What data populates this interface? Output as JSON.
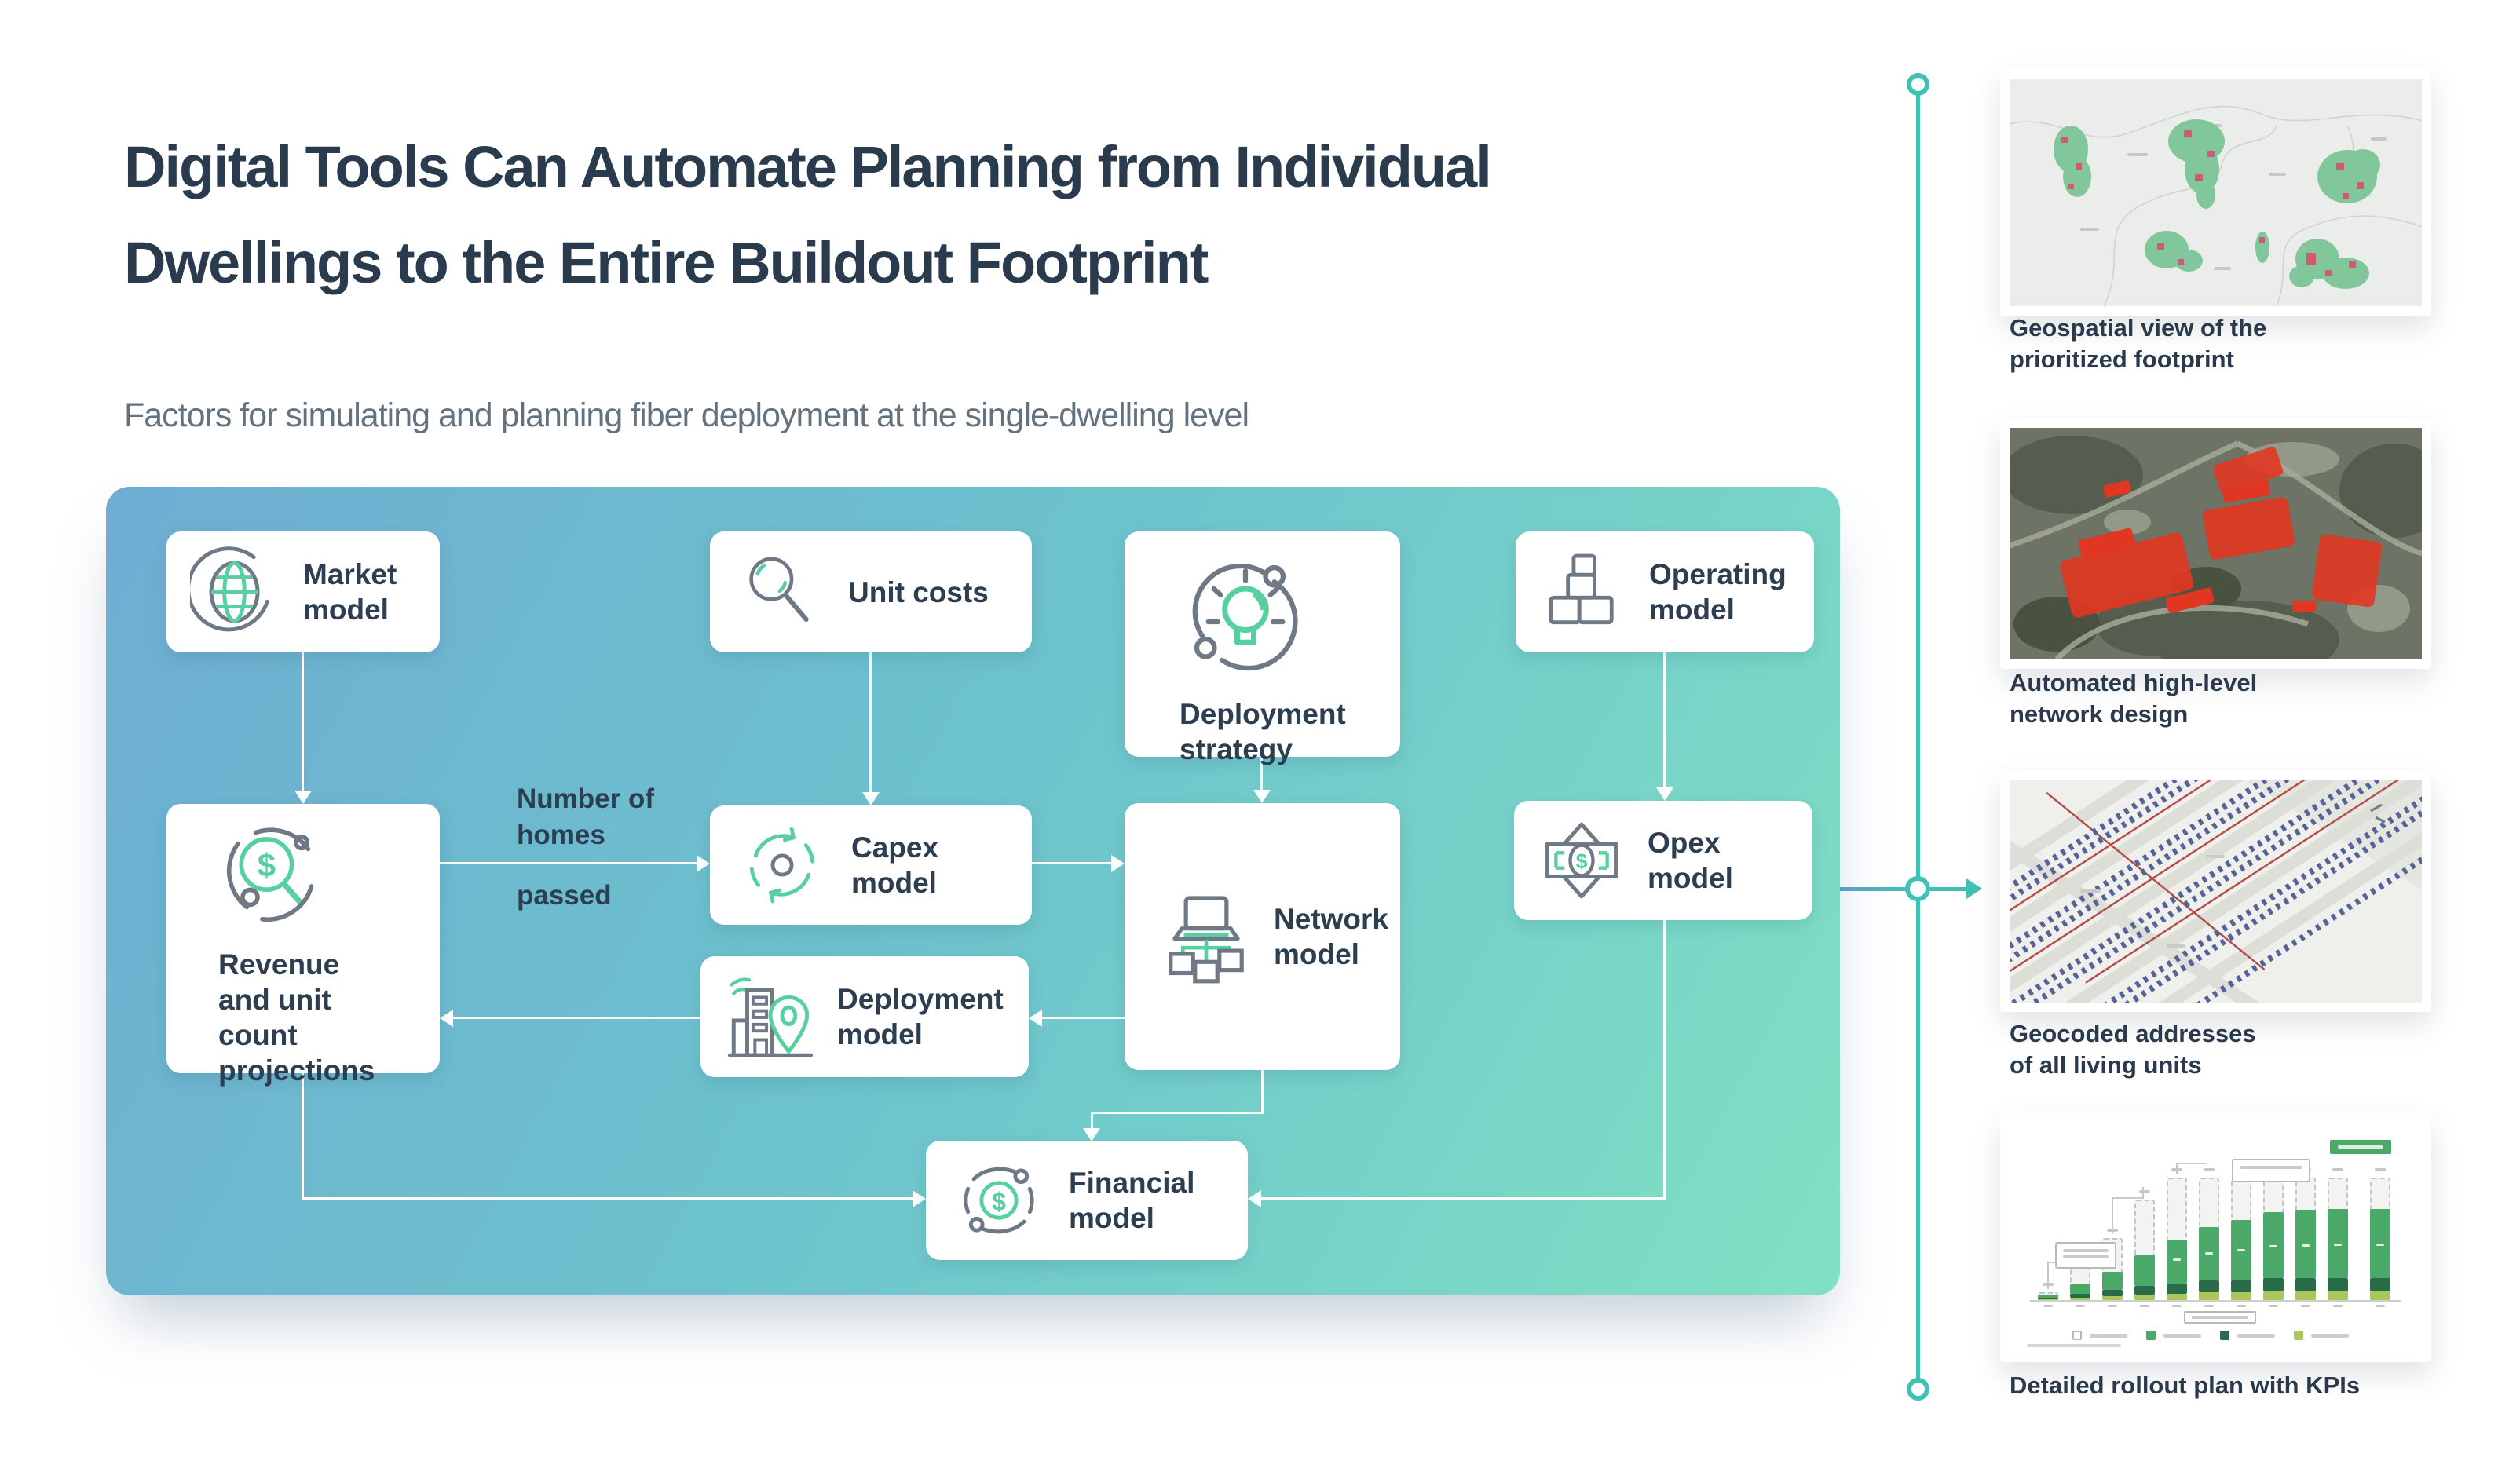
{
  "page": {
    "title": "Digital Tools Can Automate Planning from Individual\nDwellings to the Entire Buildout Footprint",
    "subtitle": "Factors for simulating and planning fiber deployment at the single-dwelling level"
  },
  "colors": {
    "title_text": "#2a3b4e",
    "subtitle_text": "#64727e",
    "panel_gradient_start": "#6fadd2",
    "panel_gradient_end": "#80e1c3",
    "node_text": "#2d3e51",
    "icon_gray": "#6e7985",
    "icon_green": "#57cfa0",
    "arrow": "#ffffff",
    "timeline_teal": "#41c0b5",
    "connector_blue": "#5b9dc7"
  },
  "diagram": {
    "nodes": {
      "market": {
        "label": "Market model",
        "icon": "globe-icon"
      },
      "unit_costs": {
        "label": "Unit costs",
        "icon": "magnifier-icon"
      },
      "deployment_strategy": {
        "label": "Deployment strategy",
        "icon": "bulb-orbit-icon"
      },
      "operating": {
        "label": "Operating model",
        "icon": "blocks-icon"
      },
      "revenue": {
        "label": "Revenue and unit count projections",
        "icon": "dollar-magnifier-icon"
      },
      "capex": {
        "label": "Capex model",
        "icon": "sync-arrows-icon"
      },
      "network": {
        "label": "Network model",
        "icon": "laptop-network-icon"
      },
      "opex": {
        "label": "Opex model",
        "icon": "banknote-icon"
      },
      "deployment_model": {
        "label": "Deployment model",
        "icon": "building-pin-icon"
      },
      "financial": {
        "label": "Financial model",
        "icon": "dollar-orbit-icon"
      }
    },
    "edge_labels": {
      "homes_top": "Number of homes",
      "homes_bottom": "passed"
    }
  },
  "glyphs": {
    "dollar": "$"
  },
  "sidebar": {
    "items": [
      {
        "caption": "Geospatial view of the\nprioritized footprint",
        "thumb": "footprint-map-thumb"
      },
      {
        "caption": "Automated high-level\nnetwork design",
        "thumb": "satellite-design-thumb"
      },
      {
        "caption": "Geocoded addresses\nof all living units",
        "thumb": "street-addresses-thumb"
      },
      {
        "caption": "Detailed rollout plan with KPIs",
        "thumb": "rollout-chart-thumb"
      }
    ]
  },
  "chart_data": {
    "type": "bar",
    "title": "",
    "xlabel": "",
    "ylabel": "",
    "ylim": [
      0,
      100
    ],
    "grid": false,
    "legend_position": "bottom",
    "note": "thumbnail chart; tick and legend text not legible at source resolution",
    "categories": [
      "",
      "",
      "",
      "",
      "",
      "",
      "",
      "",
      "",
      "",
      ""
    ],
    "last_bar_separated": true,
    "series": [
      {
        "name": "target (dashed outline bar)",
        "style": "dashed-outline",
        "color": "#f3f4f1",
        "values": [
          6,
          26,
          48,
          78,
          95,
          95,
          95,
          95,
          95,
          95,
          95
        ]
      },
      {
        "name": "achieved (medium green)",
        "color": "#4aa968",
        "values": [
          2,
          7,
          14,
          24,
          34,
          42,
          47,
          51,
          53,
          54,
          54
        ]
      },
      {
        "name": "achieved (dark green)",
        "color": "#2a6b4a",
        "values": [
          1,
          3,
          5,
          7,
          8,
          9,
          9,
          10,
          10,
          10,
          10
        ]
      },
      {
        "name": "achieved (light green)",
        "color": "#a9c75b",
        "values": [
          1,
          2,
          3,
          4,
          5,
          6,
          6,
          7,
          7,
          7,
          7
        ]
      }
    ]
  }
}
